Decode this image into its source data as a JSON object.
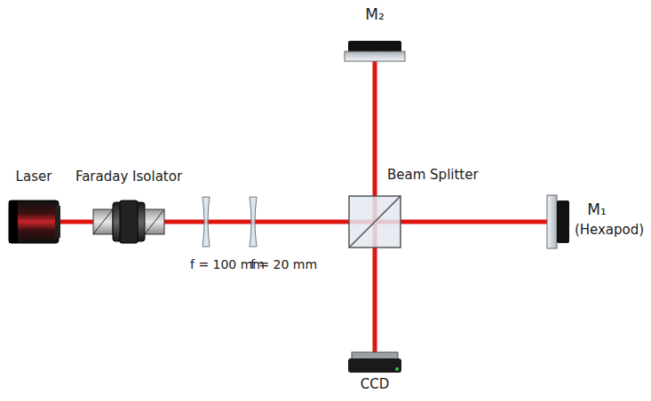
{
  "diagram": {
    "labels": [
      "M₂",
      "Laser",
      "Faraday Isolator",
      "Beam Splitter",
      "M₁",
      "(Hexapod)",
      "f = 100 mm",
      "f = 20 mm",
      "CCD"
    ]
  }
}
